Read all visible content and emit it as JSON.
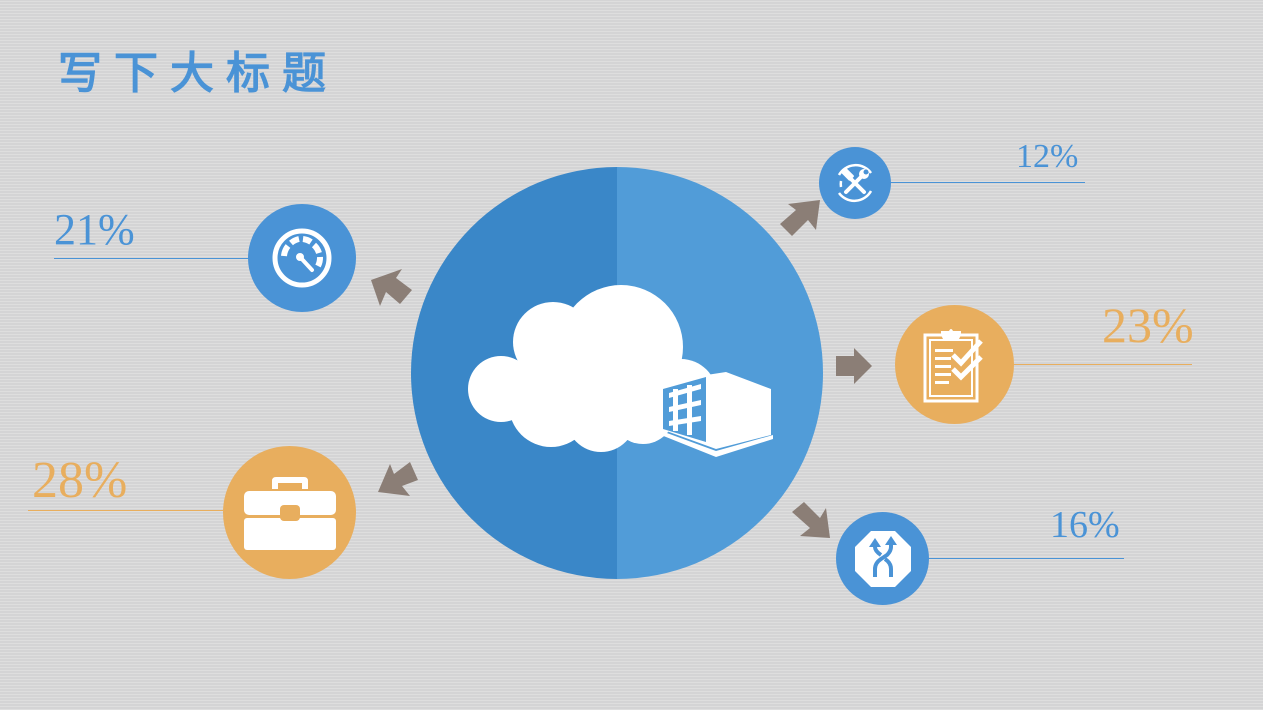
{
  "title": "写下大标题",
  "colors": {
    "blue": "#4a93d6",
    "blue_dark": "#3a87c8",
    "blue_light": "#519cd8",
    "orange": "#e8ae5e",
    "arrow": "#8b7e76",
    "background": "#d9d9da"
  },
  "center": {
    "icon": "cloud-building-icon"
  },
  "items": [
    {
      "id": "speedometer",
      "icon": "speedometer-icon",
      "value": "21%",
      "color": "blue",
      "position": "left-top"
    },
    {
      "id": "toolbox",
      "icon": "toolbox-icon",
      "value": "28%",
      "color": "orange",
      "position": "left-bottom"
    },
    {
      "id": "tools",
      "icon": "hammer-wrench-icon",
      "value": "12%",
      "color": "blue",
      "position": "right-top"
    },
    {
      "id": "checklist",
      "icon": "clipboard-check-icon",
      "value": "23%",
      "color": "orange",
      "position": "right-middle"
    },
    {
      "id": "merge",
      "icon": "crossing-arrows-icon",
      "value": "16%",
      "color": "blue",
      "position": "right-bottom"
    }
  ]
}
